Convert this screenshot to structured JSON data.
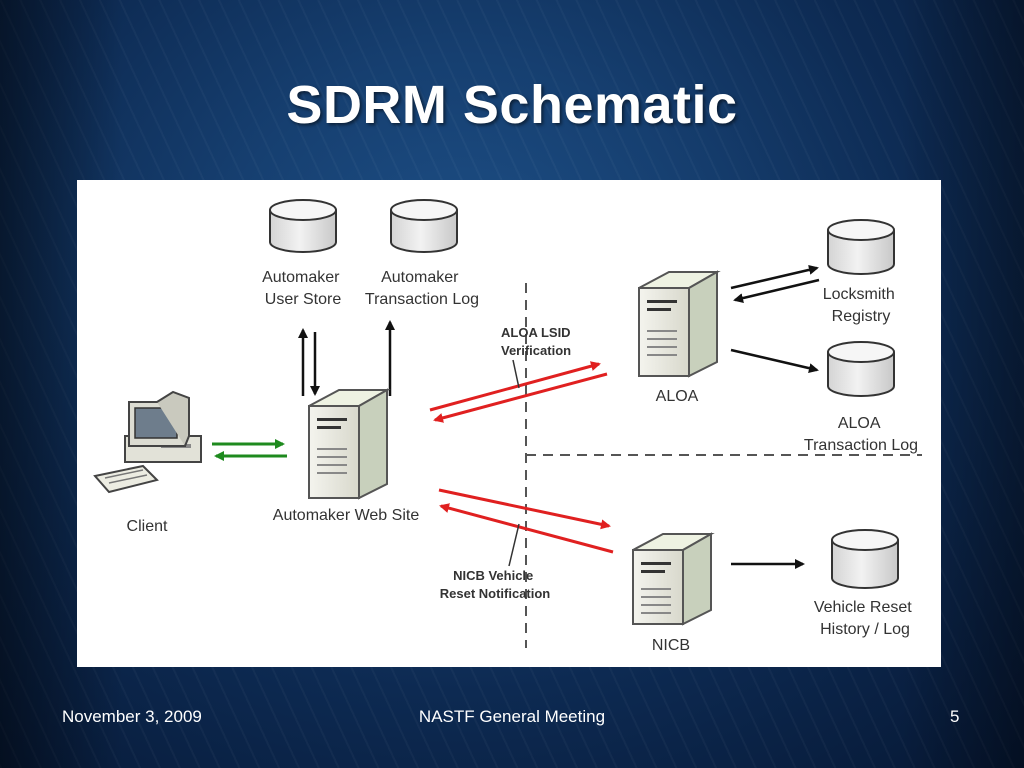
{
  "slide": {
    "title": "SDRM Schematic"
  },
  "diagram": {
    "nodes": {
      "automaker_user_store": [
        "Automaker",
        "User Store"
      ],
      "automaker_transaction_log": [
        "Automaker",
        "Transaction Log"
      ],
      "client": [
        "Client"
      ],
      "automaker_web_site": [
        "Automaker Web Site"
      ],
      "aloa": [
        "ALOA"
      ],
      "locksmith_registry": [
        "Locksmith",
        "Registry"
      ],
      "aloa_transaction_log": [
        "ALOA",
        "Transaction Log"
      ],
      "nicb": [
        "NICB"
      ],
      "vehicle_reset_history": [
        "Vehicle Reset",
        "History / Log"
      ]
    },
    "annotations": {
      "aloa_lsid": [
        "ALOA LSID",
        "Verification"
      ],
      "nicb_reset": [
        "NICB Vehicle",
        "Reset Notification"
      ]
    },
    "colors": {
      "red_arrow": "#e02020",
      "green_arrow": "#1e8a1e",
      "black_arrow": "#111111",
      "cylinder": "#e6e6e6"
    }
  },
  "footer": {
    "date": "November 3, 2009",
    "event": "NASTF General Meeting",
    "page": "5"
  }
}
